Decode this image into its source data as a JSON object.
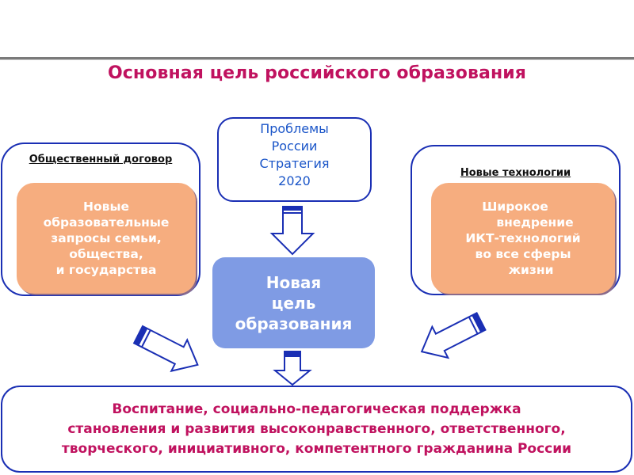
{
  "title": "Основная цель российского образования",
  "left_block": {
    "label": "Общественный договор",
    "content_lines": [
      "Новые",
      "образовательные",
      "запросы семьи,",
      "общества,",
      "и государства"
    ]
  },
  "center_top": {
    "lines": [
      "Проблемы",
      "России",
      "Стратегия",
      "2020"
    ]
  },
  "right_block": {
    "label": "Новые технологии",
    "content_lines": [
      "Широкое",
      "внедрение",
      "ИКТ-технологий",
      "во все сферы",
      "жизни"
    ]
  },
  "center_goal": {
    "lines": [
      "Новая",
      "цель",
      "образования"
    ]
  },
  "result": {
    "lines": [
      "Воспитание, социально-педагогическая поддержка",
      "становления и развития высоконравственного, ответственного,",
      "творческого, инициативного, компетентного гражданина России"
    ]
  },
  "colors": {
    "title": "#c0125f",
    "border": "#1a2fb4",
    "orange": "#f6ad7f",
    "goal_blue": "#7f9be4",
    "center_text": "#1a55c8"
  },
  "icons": {
    "arrow_down_top": "block-arrow-down",
    "arrow_down_bottom": "block-arrow-down",
    "arrow_left_diag": "block-arrow-down-right",
    "arrow_right_diag": "block-arrow-down-left"
  }
}
